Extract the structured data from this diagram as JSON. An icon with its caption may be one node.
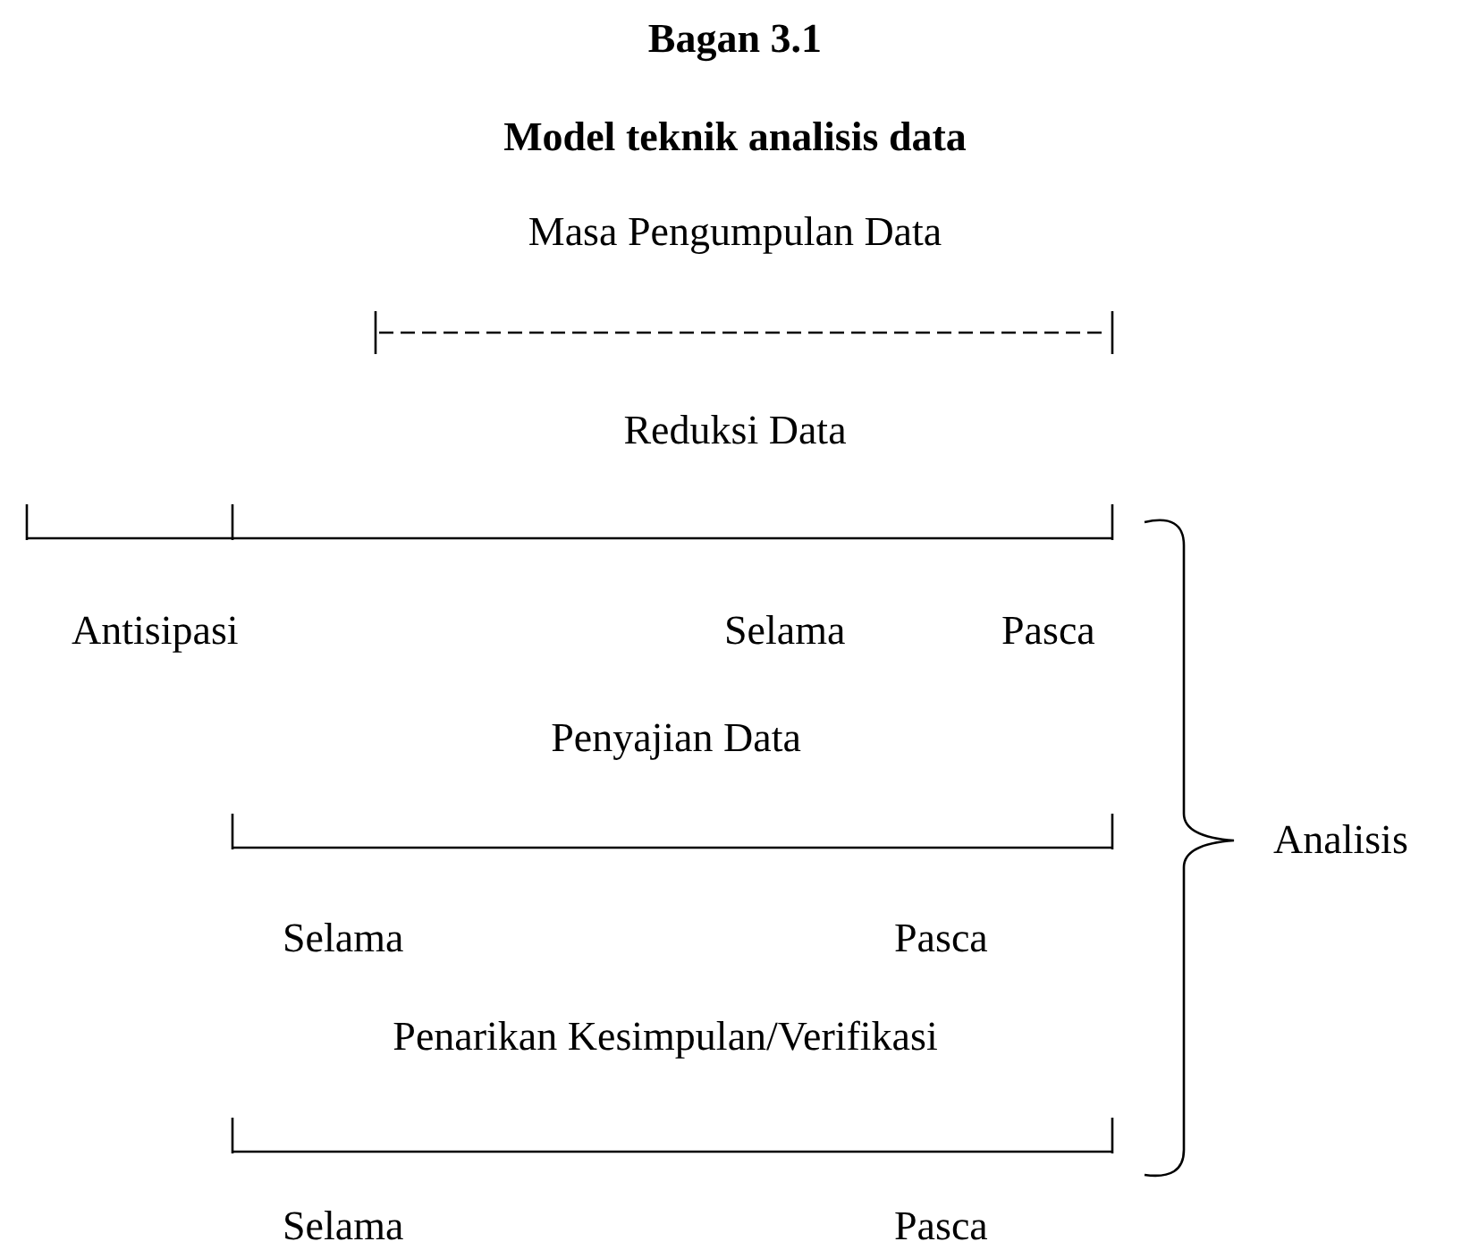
{
  "diagram": {
    "title": "Bagan 3.1",
    "labels": [
      "Model teknik analisis data",
      "Masa Pengumpulan Data",
      "Reduksi Data",
      "Antisipasi",
      "Selama",
      "Pasca",
      "Penyajian Data",
      "Selama",
      "Pasca",
      "Penarikan Kesimpulan/Verifikasi",
      "Selama",
      "Pasca",
      "Analisis"
    ]
  }
}
